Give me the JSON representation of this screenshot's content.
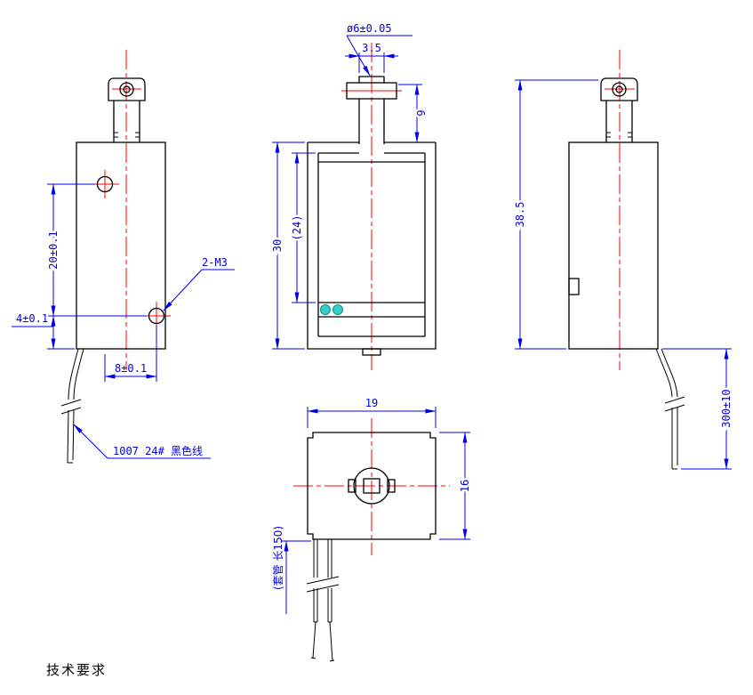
{
  "drawing": {
    "front_view": {
      "dia_label": "ø6±0.05",
      "pin_width": "3.5",
      "plunger_height": "9",
      "body_height": "30",
      "inner_height": "(24)"
    },
    "left_view": {
      "hole_pitch": "20±0.1",
      "bottom_offset": "4±0.1",
      "horizontal_pitch": "8±0.1",
      "thread_callout": "2-M3",
      "wire_note": "1007 24#  黑色线"
    },
    "right_view": {
      "overall_height": "38.5",
      "lead_length": "300±10"
    },
    "top_view": {
      "width": "19",
      "depth": "16",
      "sleeve_note": "(套管 长150)"
    },
    "notes": {
      "tech_requirements": "技术要求"
    },
    "colors": {
      "dimension": "#0000E6",
      "outline": "#000000",
      "centerline": "#FF0000",
      "terminal": "#35D0C3"
    }
  }
}
